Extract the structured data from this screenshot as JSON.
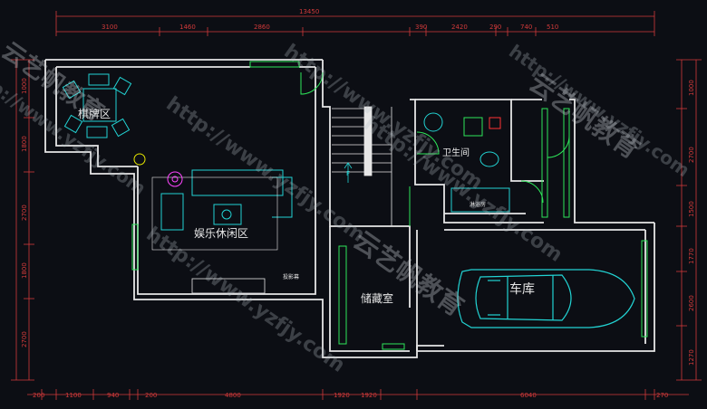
{
  "plan": {
    "rooms": {
      "chess": "棋牌区",
      "leisure": "娱乐休闲区",
      "bathroom": "卫生间",
      "storage": "储藏室",
      "garage": "车库"
    },
    "small_labels": {
      "projector": "投影幕",
      "wash": "淋浴房",
      "stair_arrow": "F"
    },
    "dims_top_total": "13450",
    "dims_top": [
      "3100",
      "1460",
      "2860",
      "390",
      "2420",
      "290",
      "740",
      "510"
    ],
    "dims_bottom": [
      "200",
      "1100",
      "940",
      "200",
      "4800",
      "1920",
      "1920",
      "6040",
      "270"
    ],
    "dims_left": [
      "1000",
      "1800",
      "2700",
      "1800",
      "2700"
    ],
    "dims_right": [
      "1000",
      "2700",
      "1500",
      "1770",
      "2600",
      "1270"
    ],
    "watermark_url": "http://www.yzfjy.com",
    "watermark_cn": "云艺帆教育"
  },
  "colors": {
    "wall": "#e6e6e6",
    "dimension": "#d23a3a",
    "furniture": "#22d3d3",
    "door": "#2ee65a",
    "background": "#0c0e14"
  }
}
